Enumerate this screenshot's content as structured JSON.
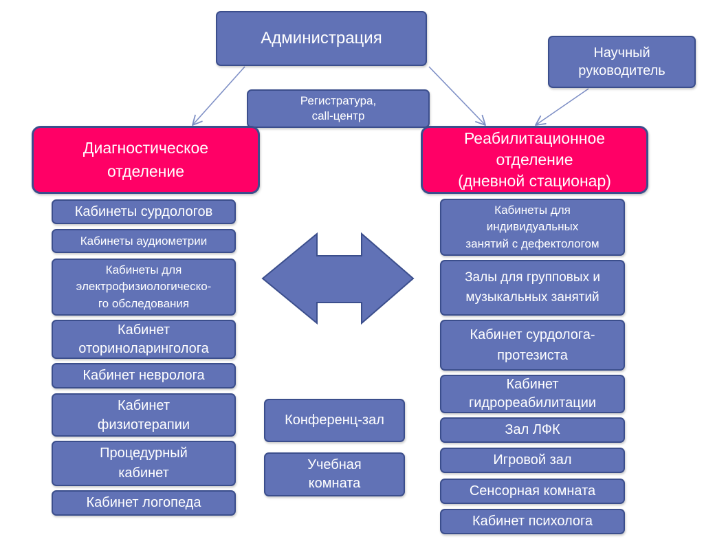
{
  "colors": {
    "background": "#ffffff",
    "box_fill": "#6172b6",
    "box_border": "#3b4e8c",
    "department_fill": "#ff0066",
    "connector": "#7f90c6",
    "text": "#ffffff"
  },
  "administration": [
    "Администрация"
  ],
  "scientific_director": [
    "Научный",
    "руководитель"
  ],
  "registry": [
    "Регистратура,",
    "call-центр"
  ],
  "diagnostic_department": [
    "Диагностическое",
    "отделение"
  ],
  "rehabilitation_department": [
    "Реабилитационное",
    "отделение",
    "(дневной стационар)"
  ],
  "diagnostic_rooms": [
    [
      "Кабинеты сурдологов"
    ],
    [
      "Кабинеты аудиометрии"
    ],
    [
      "Кабинеты для",
      "электрофизиологическо-",
      "го обследования"
    ],
    [
      "Кабинет",
      "оториноларинголога"
    ],
    [
      "Кабинет невролога"
    ],
    [
      "Кабинет",
      "физиотерапии"
    ],
    [
      "Процедурный",
      "кабинет"
    ],
    [
      "Кабинет логопеда"
    ]
  ],
  "rehabilitation_rooms": [
    [
      "Кабинеты для",
      "индивидуальных",
      "занятий с дефектологом"
    ],
    [
      "Залы для групповых и",
      "музыкальных занятий"
    ],
    [
      "Кабинет сурдолога-",
      "протезиста"
    ],
    [
      "Кабинет",
      "гидрореабилитации"
    ],
    [
      "Зал ЛФК"
    ],
    [
      "Игровой зал"
    ],
    [
      "Сенсорная комната"
    ],
    [
      "Кабинет психолога"
    ]
  ],
  "shared_rooms": [
    [
      "Конференц-зал"
    ],
    [
      "Учебная",
      "комната"
    ]
  ]
}
